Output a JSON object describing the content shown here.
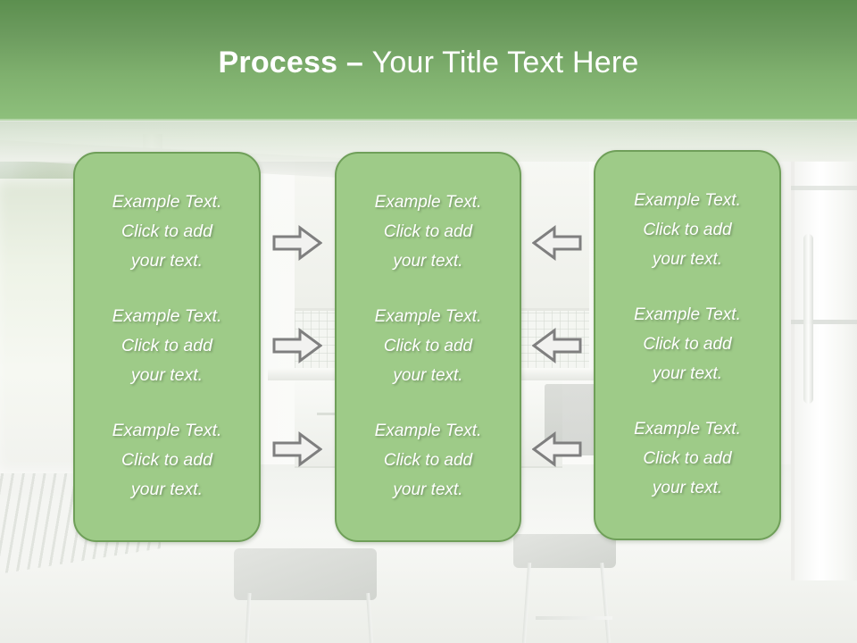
{
  "slide": {
    "title_bold": "Process",
    "title_dash": " – ",
    "title_rest": "Your Title Text Here",
    "header_color_top": "#5c8f4f",
    "header_color_bottom": "#8ec07c",
    "box_fill": "#9ecb88",
    "box_border": "#6f9f59",
    "text_color": "#ffffff",
    "arrow_fill": "#f2f2f0",
    "arrow_stroke": "#7f7f7f"
  },
  "background": {
    "description": "kitchen-interior-photo",
    "elements": [
      "glass-door",
      "greenery-outside",
      "upper-cabinets",
      "tile-backsplash",
      "counter",
      "base-cabinets",
      "refrigerator",
      "bar-stools",
      "rug",
      "floor"
    ]
  },
  "columns": [
    {
      "name": "column-1",
      "items": [
        {
          "line1": "Example Text.",
          "line2": "Click  to add",
          "line3": "your text."
        },
        {
          "line1": "Example Text.",
          "line2": "Click  to add",
          "line3": "your text."
        },
        {
          "line1": "Example Text.",
          "line2": "Click  to add",
          "line3": "your text."
        }
      ]
    },
    {
      "name": "column-2",
      "items": [
        {
          "line1": "Example Text.",
          "line2": "Click  to add",
          "line3": "your text."
        },
        {
          "line1": "Example Text.",
          "line2": "Click  to add",
          "line3": "your text."
        },
        {
          "line1": "Example Text.",
          "line2": "Click  to add",
          "line3": "your text."
        }
      ]
    },
    {
      "name": "column-3",
      "items": [
        {
          "line1": "Example Text.",
          "line2": "Click  to add",
          "line3": "your text."
        },
        {
          "line1": "Example Text.",
          "line2": "Click  to add",
          "line3": "your text."
        },
        {
          "line1": "Example Text.",
          "line2": "Click  to add",
          "line3": "your text."
        }
      ]
    }
  ],
  "arrows": {
    "group_1_direction": "right",
    "group_2_direction": "left",
    "rows": 3
  }
}
